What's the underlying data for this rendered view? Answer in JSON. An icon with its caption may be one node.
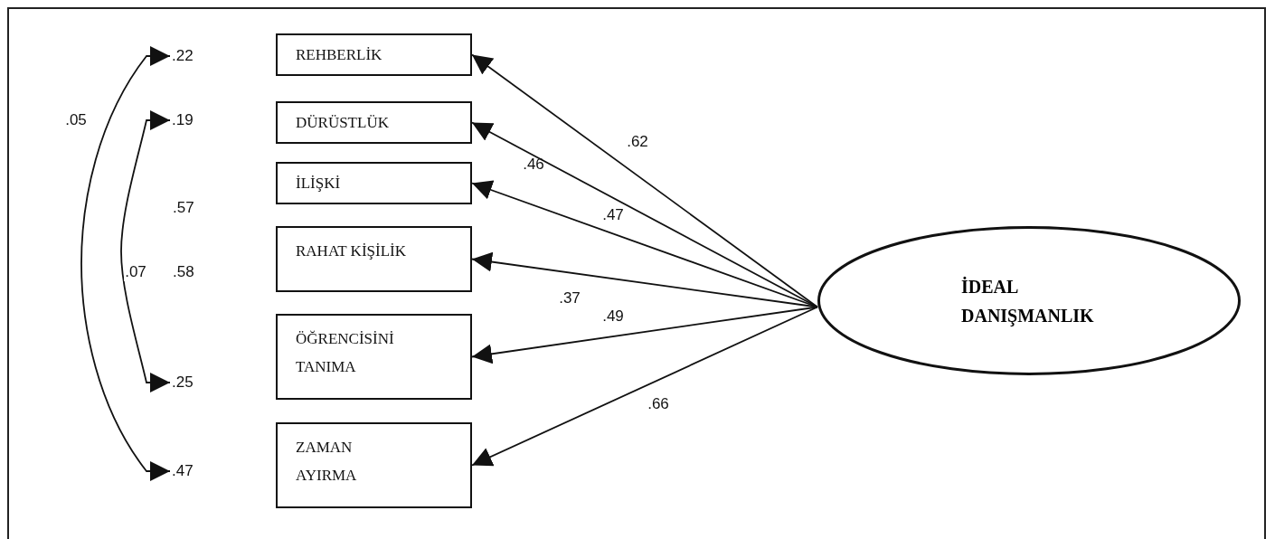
{
  "diagram": {
    "nodes": [
      {
        "text": [
          ".22"
        ]
      },
      {
        "text": [
          "REHBERLİK"
        ]
      },
      {
        "text": [
          ".19"
        ]
      },
      {
        "text": [
          "DÜRÜSTLÜK"
        ]
      },
      {
        "text": [
          "İLİŞKİ"
        ]
      },
      {
        "text": [
          "RAHAT KİŞİLİK"
        ]
      },
      {
        "text": [
          ".25"
        ]
      },
      {
        "text": [
          "ÖĞRENCİSİNİ TANIMA"
        ]
      },
      {
        "text": [
          ".47"
        ]
      },
      {
        "text": [
          "ZAMAN AYIRMA"
        ]
      },
      {
        "text": [
          "İDEAL DANIŞMANLIK"
        ]
      }
    ],
    "edges": [
      {
        "from": 10,
        "to": 1,
        "arrow": "to",
        "label": ".62"
      },
      {
        "from": 10,
        "to": 3,
        "arrow": "to",
        "label": ".46"
      },
      {
        "from": 10,
        "to": 4,
        "arrow": "to",
        "label": ".47"
      },
      {
        "from": 10,
        "to": 5,
        "arrow": "to",
        "label": ".37"
      },
      {
        "from": 10,
        "to": 7,
        "arrow": "to",
        "label": ".49"
      },
      {
        "from": 10,
        "to": 9,
        "arrow": "to",
        "label": ".66"
      },
      {
        "from": 0,
        "to": 8,
        "arrow": "both",
        "label": ".05"
      },
      {
        "from": 2,
        "to": 6,
        "arrow": "both",
        "label": ".07"
      }
    ],
    "labels": [
      ".57",
      ".58"
    ]
  }
}
